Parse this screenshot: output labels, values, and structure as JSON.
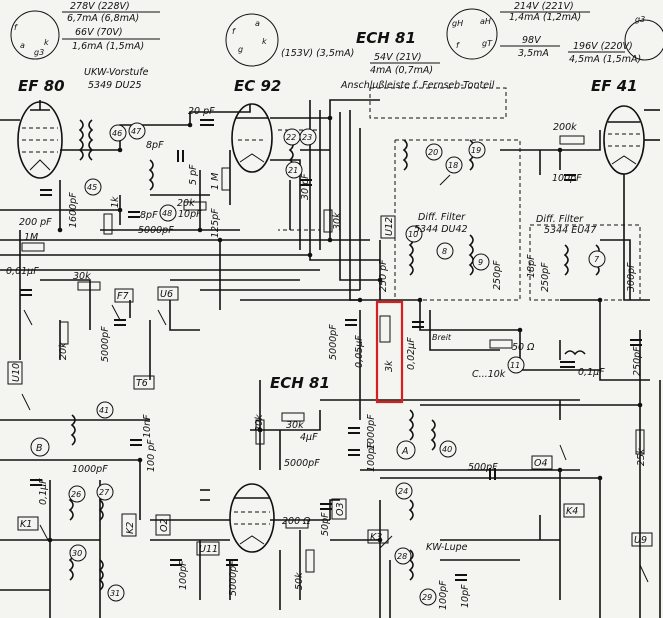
{
  "tubes": {
    "ef80": "EF 80",
    "ec92": "EC 92",
    "ech81_top": "ECH 81",
    "ef41": "EF 41",
    "ech81_mid": "ECH 81"
  },
  "stage_labels": {
    "ukw_vorstufe": "UKW-Vorstufe",
    "ukw_part": "5349 DU25",
    "anschluss": "Anschlußleiste f. Fernseh-Tonteil",
    "diff_filter_1": "Diff. Filter",
    "diff_filter_1_part": "5344 DU42",
    "diff_filter_2": "Diff. Filter",
    "diff_filter_2_part": "5344 EU47",
    "kw_lupe": "KW-Lupe"
  },
  "voltages": {
    "ef80_a": "278V (228V)",
    "ef80_b": "6,7mA (6,8mA)",
    "ef80_c": "66V (70V)",
    "ef80_d": "1,6mA (1,5mA)",
    "ec92": "(153V) (3,5mA)",
    "ech81_a": "54V (21V)",
    "ech81_b": "4mA (0,7mA)",
    "ech81r_a": "214V (221V)",
    "ech81r_b": "1,4mA (1,2mA)",
    "ech81r_c": "98V",
    "ech81r_d": "3,5mA",
    "ef41_a": "196V (220V)",
    "ef41_b": "4,5mA (1,5mA)"
  },
  "components": {
    "c20pf": "20 pF",
    "c8pf_a": "8pF",
    "c8pf_b": "8pF",
    "c10pf": "10pF",
    "c5pf": "5 pF",
    "r1m": "1 M",
    "c125pf": "125pF",
    "c5000pf": "5000pF",
    "r20k": "20k",
    "c200pf": "200 pF",
    "c1600pf": "1600pF",
    "r1k": "1k",
    "r200k": "200k",
    "c100pf_top": "100pF",
    "r30k_top": "30k",
    "c30pf": "30 pF",
    "r30k_b": "30k",
    "r1m_left": "1M",
    "c001uf": "0,01µF",
    "r30k_left": "30k",
    "c5000pf_left": "5000pF",
    "r20k_left": "20k",
    "c5000pf_mid": "5000pF",
    "c005uf": "0,05µF",
    "r3k": "3k",
    "c002uf": "0,02µF",
    "c250pf_a": "250 pF",
    "c250pf_b": "250pF",
    "c300pf": "300pF",
    "c250pf_c": "250pF",
    "r50ohm": "50 Ω",
    "c10k": "C...10k",
    "c01uf": "0,1µF",
    "c250pf_r": "250pF",
    "c18pf": "18pF",
    "r30k_mid": "30k",
    "c4uf": "4µF",
    "c5000pf_lo": "5000pF",
    "c1000pf": "1000pF",
    "c100pf_mid": "100pF",
    "c500pf": "500pF",
    "r25k": "25k",
    "r30k_ech": "30k",
    "r200ohm": "200 Ω",
    "c50pf": "50pF",
    "r50k": "50k",
    "c5000pf_ech": "5000pF",
    "c100pf_b": "100pF",
    "c100pf_lo": "100pF",
    "c10pf_lo": "10pF",
    "c1000pf_b": "1000pF",
    "c01uf_b": "0,1µF",
    "c100pf_c": "100 pF",
    "c10nf": "10nF"
  },
  "switches": {
    "f7": "F7",
    "u6": "U6",
    "t6": "T6",
    "u10": "U10",
    "u12": "U12",
    "u11": "U11",
    "k1": "K1",
    "k2": "K2",
    "k3": "K3",
    "k4": "K4",
    "o2": "O2",
    "o3": "O3",
    "o4": "O4",
    "u9": "U9",
    "b": "B",
    "a": "A",
    "breit": "Breit"
  },
  "numbers": [
    "45",
    "46",
    "47",
    "48",
    "22",
    "23",
    "21",
    "20",
    "18",
    "19",
    "10",
    "8",
    "9",
    "7",
    "11",
    "41",
    "40",
    "26",
    "27",
    "30",
    "31",
    "24",
    "28",
    "29"
  ],
  "highlight": "3k resistor"
}
